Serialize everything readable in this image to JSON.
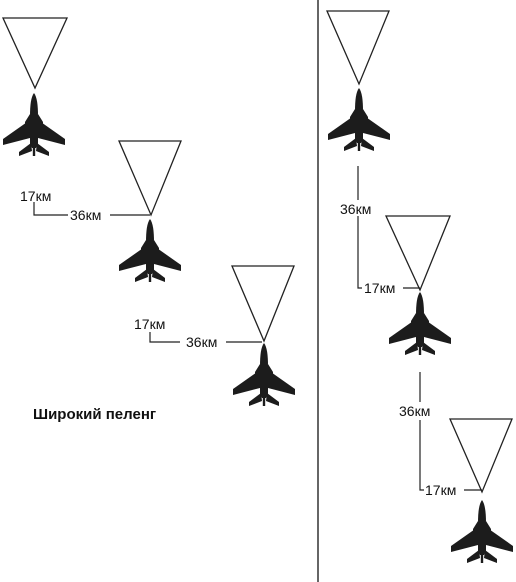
{
  "caption": "Широкий пеленг",
  "colors": {
    "aircraft": "#1c1c1c",
    "lines": "#222222",
    "background": "#ffffff"
  },
  "left_panel": {
    "aircraft": [
      {
        "id": "lead",
        "icon": "jet-fighter-icon",
        "radar": "radar-cone"
      },
      {
        "id": "wing-1",
        "icon": "jet-fighter-icon",
        "radar": "radar-cone"
      },
      {
        "id": "wing-2",
        "icon": "jet-fighter-icon",
        "radar": "radar-cone"
      }
    ],
    "distances": [
      {
        "interval": "17км",
        "lateral": "36км"
      },
      {
        "interval": "17км",
        "lateral": "36км"
      }
    ]
  },
  "right_panel": {
    "aircraft": [
      {
        "id": "lead",
        "icon": "jet-fighter-icon",
        "radar": "radar-cone"
      },
      {
        "id": "wing-1",
        "icon": "jet-fighter-icon",
        "radar": "radar-cone"
      },
      {
        "id": "wing-2",
        "icon": "jet-fighter-icon",
        "radar": "radar-cone"
      }
    ],
    "distances": [
      {
        "interval": "36км",
        "lateral": "17км"
      },
      {
        "interval": "36км",
        "lateral": "17км"
      }
    ]
  }
}
